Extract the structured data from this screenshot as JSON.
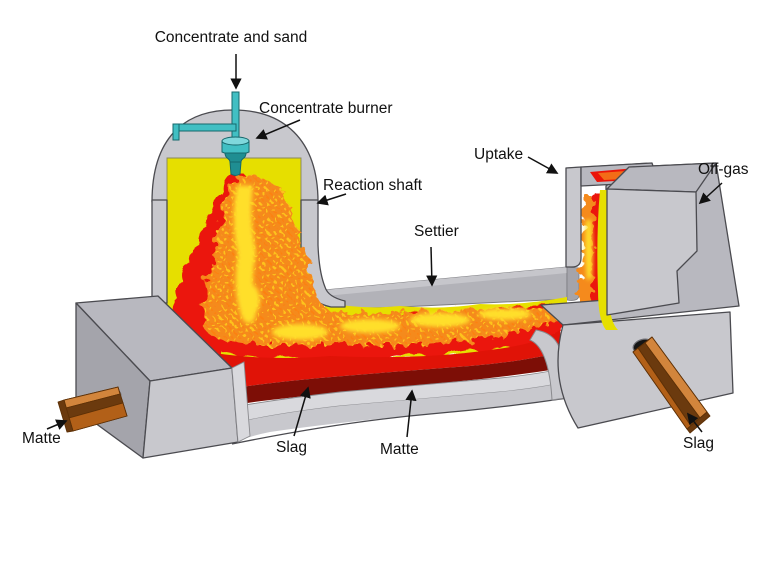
{
  "diagram": {
    "type": "flash-smelting-furnace-cutaway",
    "labels": {
      "concentrate_and_sand": "Concentrate and sand",
      "concentrate_burner": "Concentrate burner",
      "reaction_shaft": "Reaction shaft",
      "uptake": "Uptake",
      "off_gas": "Off-gas",
      "settier": "Settier",
      "matte_left": "Matte",
      "slag_mid": "Slag",
      "matte_mid": "Matte",
      "slag_right": "Slag"
    },
    "colors": {
      "background": "#ffffff",
      "body_grey": "#c8c8cd",
      "body_grey_dark": "#a4a4ab",
      "body_grey_top": "#b8b8bf",
      "cut_grey": "#d9d9dd",
      "outline": "#4b4b50",
      "roof_inner": "#b2b2b8",
      "lining_yellow": "#e6df00",
      "flame_red": "#eb1408",
      "flame_orange": "#f58a1c",
      "flame_yellow": "#ffdf2a",
      "slag_red": "#e01307",
      "matte_dark": "#7d0e06",
      "burner_teal": "#41bfc3",
      "burner_teal_dark": "#1f8e92",
      "burner_teal_light": "#7fd8dc",
      "launder_base": "#b26018",
      "launder_bright": "#d2853c",
      "launder_dark": "#6b3a0e",
      "launder_line": "#5d3006",
      "label_text": "#111111"
    }
  }
}
